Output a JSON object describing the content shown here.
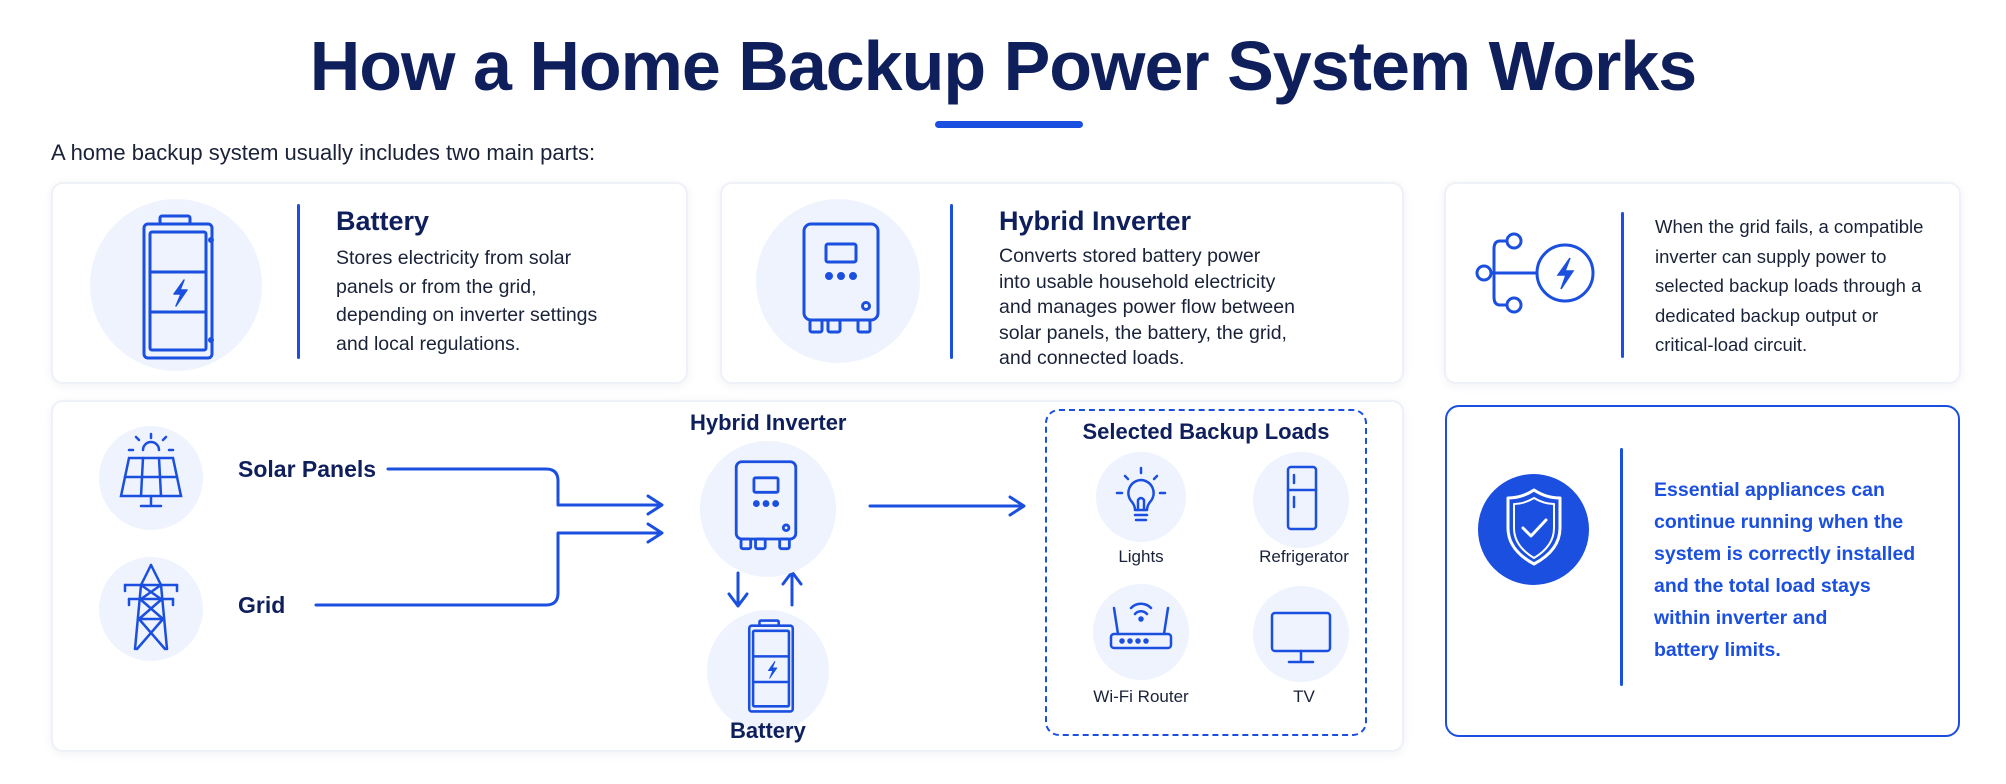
{
  "title": "How a Home Backup Power System Works",
  "intro": "A home backup system usually includes two main parts:",
  "battery_card": {
    "title": "Battery",
    "lines": [
      "Stores electricity from solar",
      "panels or from the grid,",
      "depending on inverter settings",
      "and local regulations."
    ]
  },
  "inverter_card": {
    "title": "Hybrid Inverter",
    "lines": [
      "Converts stored battery power",
      "into usable household electricity",
      "and manages power flow between",
      "solar panels, the battery, the grid,",
      "and connected loads."
    ]
  },
  "grid_note": {
    "lines": [
      "When the grid fails, a compatible",
      "inverter can supply power to",
      "selected backup loads through a",
      "dedicated backup output or",
      "critical-load circuit."
    ]
  },
  "flow": {
    "solar_label": "Solar Panels",
    "grid_label": "Grid",
    "inverter_label": "Hybrid Inverter",
    "battery_label": "Battery",
    "loads_title": "Selected Backup Loads",
    "loads": [
      "Lights",
      "Refrigerator",
      "Wi-Fi Router",
      "TV"
    ]
  },
  "callout": {
    "lines": [
      "Essential appliances can",
      "continue running when the",
      "system is correctly installed",
      "and the total load stays",
      "within inverter and",
      "battery limits."
    ]
  },
  "colors": {
    "accent": "#1b4fe0",
    "navy": "#0f1f5c",
    "icon_bg": "#eef3fd"
  }
}
